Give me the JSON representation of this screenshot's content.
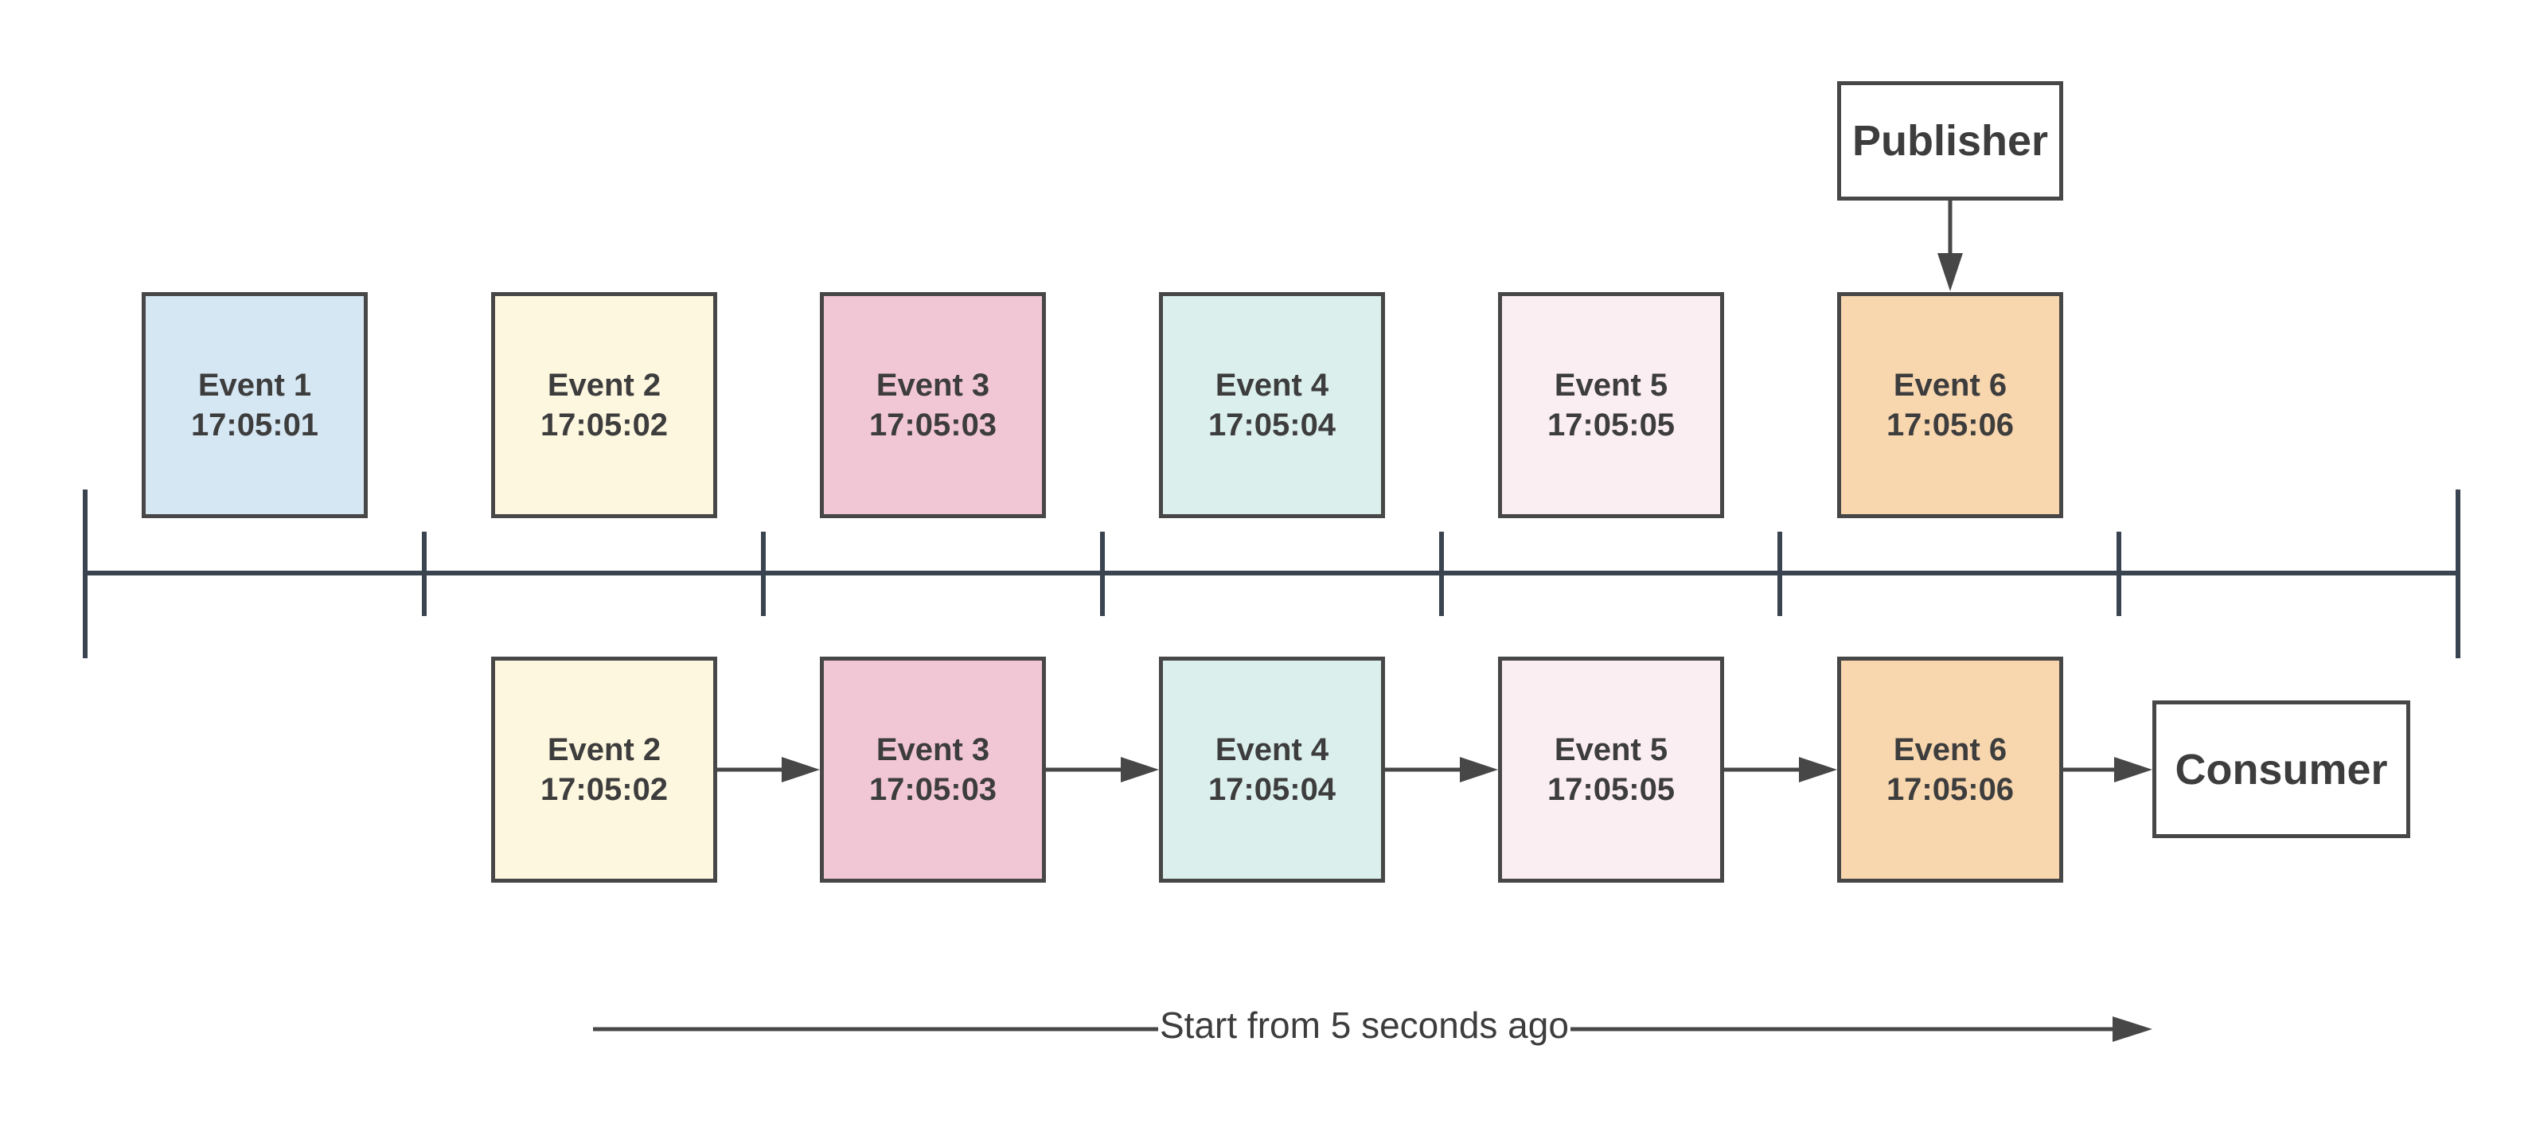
{
  "publisher": {
    "label": "Publisher"
  },
  "consumer": {
    "label": "Consumer"
  },
  "top_events": [
    {
      "name": "Event 1",
      "time": "17:05:01",
      "color": "#d6e7f4"
    },
    {
      "name": "Event 2",
      "time": "17:05:02",
      "color": "#fef7e0"
    },
    {
      "name": "Event 3",
      "time": "17:05:03",
      "color": "#f2c7d5"
    },
    {
      "name": "Event 4",
      "time": "17:05:04",
      "color": "#dbefec"
    },
    {
      "name": "Event 5",
      "time": "17:05:05",
      "color": "#fbeef2"
    },
    {
      "name": "Event 6",
      "time": "17:05:06",
      "color": "#f8d6ae"
    }
  ],
  "bottom_events": [
    {
      "name": "Event 2",
      "time": "17:05:02",
      "color": "#fef7e0"
    },
    {
      "name": "Event 3",
      "time": "17:05:03",
      "color": "#f2c7d5"
    },
    {
      "name": "Event 4",
      "time": "17:05:04",
      "color": "#dbefec"
    },
    {
      "name": "Event 5",
      "time": "17:05:05",
      "color": "#fbeef2"
    },
    {
      "name": "Event 6",
      "time": "17:05:06",
      "color": "#f8d6ae"
    }
  ],
  "replay_caption": "Start from 5 seconds ago",
  "colors": {
    "line": "#3a4450",
    "border": "#474747",
    "arrow": "#474747"
  }
}
